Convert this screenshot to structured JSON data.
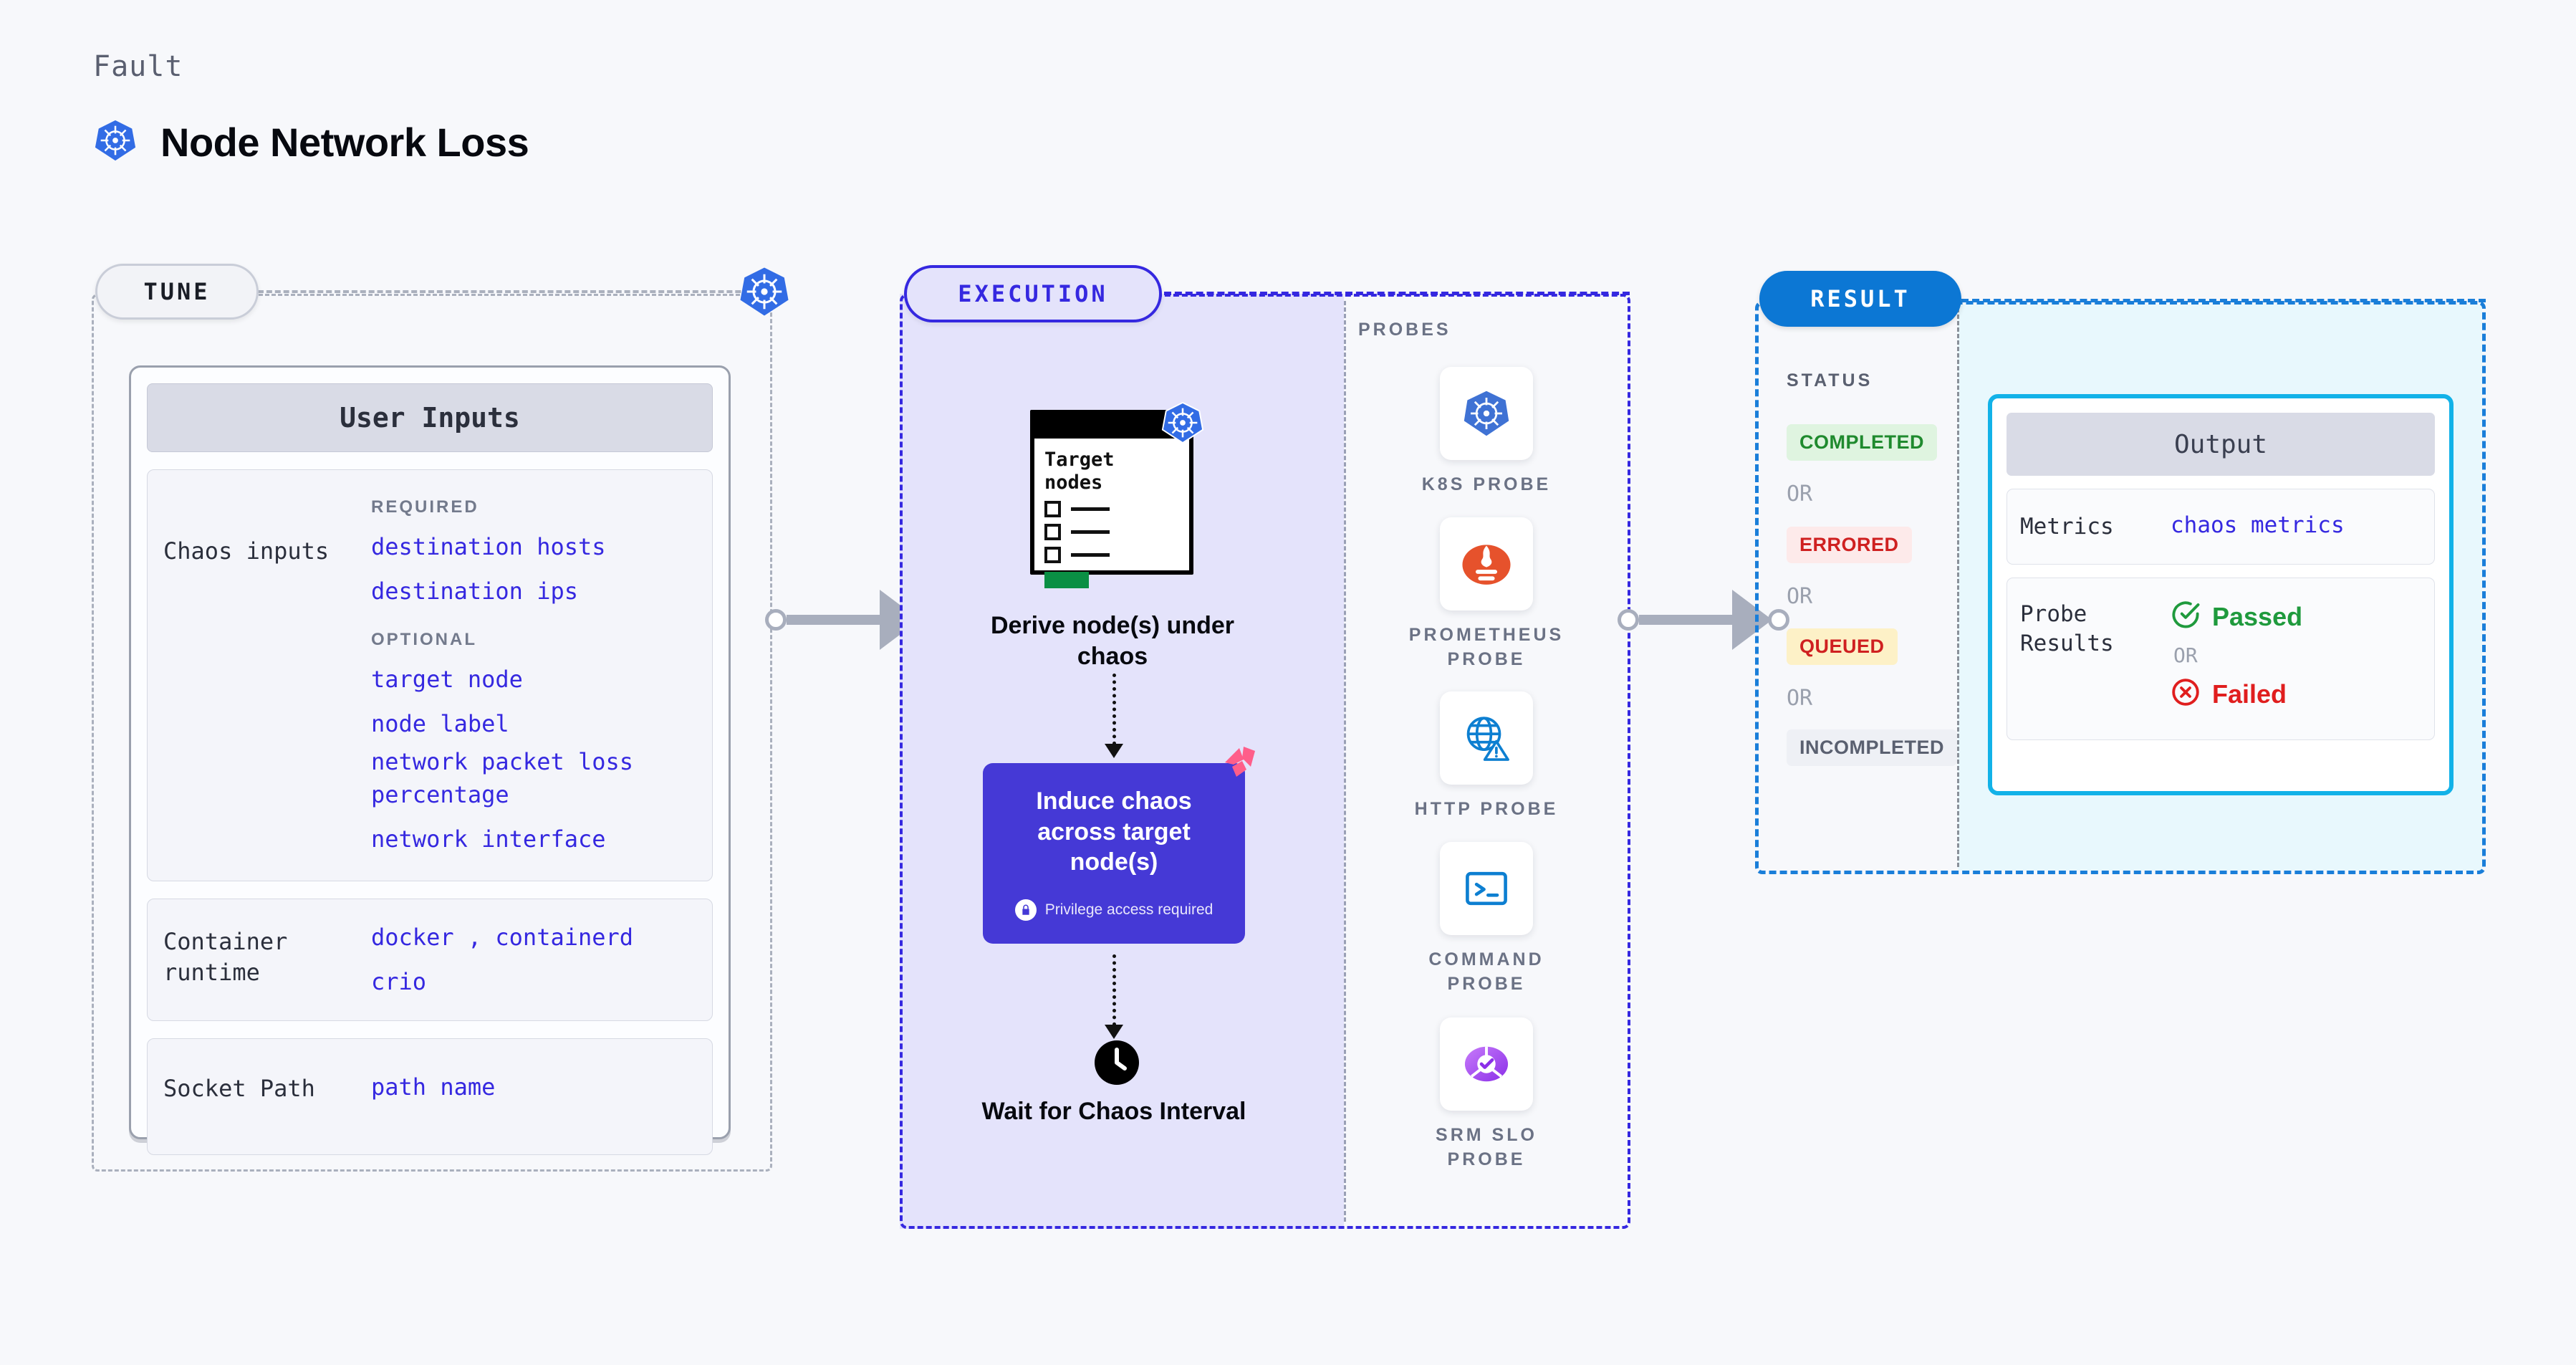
{
  "header": {
    "fault_label": "Fault",
    "title": "Node Network Loss",
    "icon": "kubernetes-icon"
  },
  "colors": {
    "accent_purple": "#3528e0",
    "accent_blue": "#0c77d4",
    "cyan": "#12b2e8",
    "k8s_blue": "#326ce5",
    "harness_pink": "#ff5e8a",
    "value_text": "#3528e0",
    "green": "#1f9a3d",
    "red": "#d22b2b"
  },
  "tune": {
    "pill_label": "TUNE",
    "badge_icon": "kubernetes-icon",
    "card_title": "User Inputs",
    "sections": [
      {
        "label": "Chaos inputs",
        "groups": [
          {
            "tag": "REQUIRED",
            "values": [
              "destination hosts",
              "destination ips"
            ]
          },
          {
            "tag": "OPTIONAL",
            "values": [
              "target node",
              "node label",
              "network packet loss percentage",
              "network interface"
            ]
          }
        ]
      },
      {
        "label": "Container runtime",
        "groups": [
          {
            "tag": "",
            "values": [
              "docker , containerd",
              "crio"
            ]
          }
        ]
      },
      {
        "label": "Socket Path",
        "groups": [
          {
            "tag": "",
            "values": [
              "path name"
            ]
          }
        ]
      }
    ]
  },
  "execution": {
    "pill_label": "EXECUTION",
    "target_card": {
      "title": "Target nodes",
      "badge_icon": "kubernetes-icon"
    },
    "derive_label": "Derive node(s) under chaos",
    "induce": {
      "title": "Induce chaos across target node(s)",
      "privilege_note": "Privilege access required",
      "lock_icon": "lock-icon",
      "brand_icon": "harness-logo-icon"
    },
    "wait": {
      "icon": "clock-icon",
      "label": "Wait for Chaos Interval"
    },
    "probes_title": "PROBES",
    "probes": [
      {
        "name": "K8S PROBE",
        "icon": "kubernetes-icon"
      },
      {
        "name": "PROMETHEUS PROBE",
        "icon": "prometheus-icon"
      },
      {
        "name": "HTTP PROBE",
        "icon": "globe-warning-icon"
      },
      {
        "name": "COMMAND PROBE",
        "icon": "terminal-icon"
      },
      {
        "name": "SRM SLO PROBE",
        "icon": "slo-donut-icon"
      }
    ]
  },
  "result": {
    "pill_label": "RESULT",
    "status_title": "STATUS",
    "or_label": "OR",
    "statuses": [
      {
        "label": "COMPLETED",
        "bg": "#dff4e0",
        "fg": "#1f8a2e"
      },
      {
        "label": "ERRORED",
        "bg": "#fdeaea",
        "fg": "#cf2020"
      },
      {
        "label": "QUEUED",
        "bg": "#fdf1c7",
        "fg": "#cf2020"
      },
      {
        "label": "INCOMPLETED",
        "bg": "#eef0f5",
        "fg": "#5a6070"
      }
    ],
    "output": {
      "title": "Output",
      "rows": [
        {
          "label": "Metrics",
          "value": "chaos metrics"
        }
      ],
      "probe_results": {
        "label": "Probe Results",
        "passed": "Passed",
        "or": "OR",
        "failed": "Failed",
        "passed_icon": "check-circle-icon",
        "failed_icon": "x-circle-icon"
      }
    }
  }
}
